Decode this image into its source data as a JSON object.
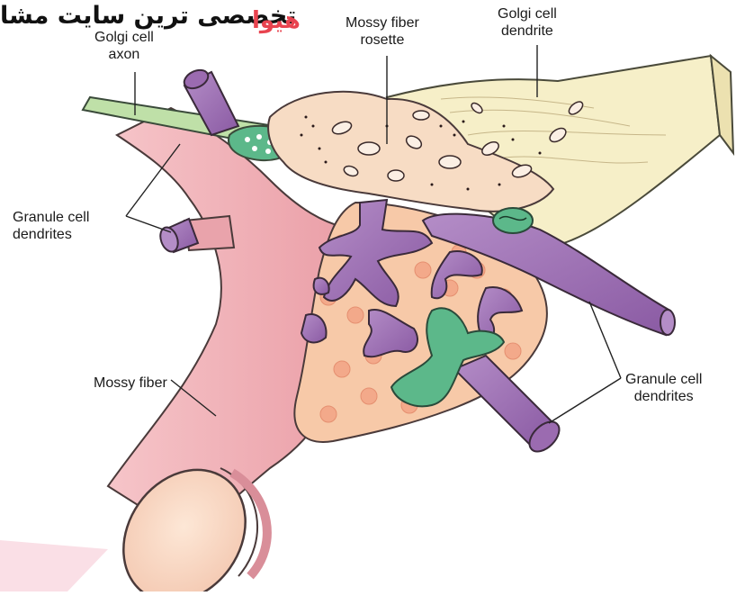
{
  "watermark": {
    "text": "تخصصی ترین سایت مشا",
    "brand": "هیوا",
    "brand_color": "#e8434f"
  },
  "labels": {
    "golgi_axon": [
      "Golgi cell",
      "axon"
    ],
    "mossy_rosette": [
      "Mossy fiber",
      "rosette"
    ],
    "golgi_dendrite": [
      "Golgi cell",
      "dendrite"
    ],
    "granule_left": [
      "Granule cell",
      "dendrites"
    ],
    "mossy_fiber": "Mossy fiber",
    "granule_right": [
      "Granule cell",
      "dendrites"
    ]
  },
  "colors": {
    "mossy_fiber_pink": "#f2b7bd",
    "rosette_cream": "#f7dcc4",
    "golgi_yellow": "#f6efc8",
    "granule_purple": "#9b6bb0",
    "golgi_axon_green": "#bfe0a8",
    "golgi_terminal_green": "#5cb88a",
    "vesicle_orange": "#f5b592"
  }
}
